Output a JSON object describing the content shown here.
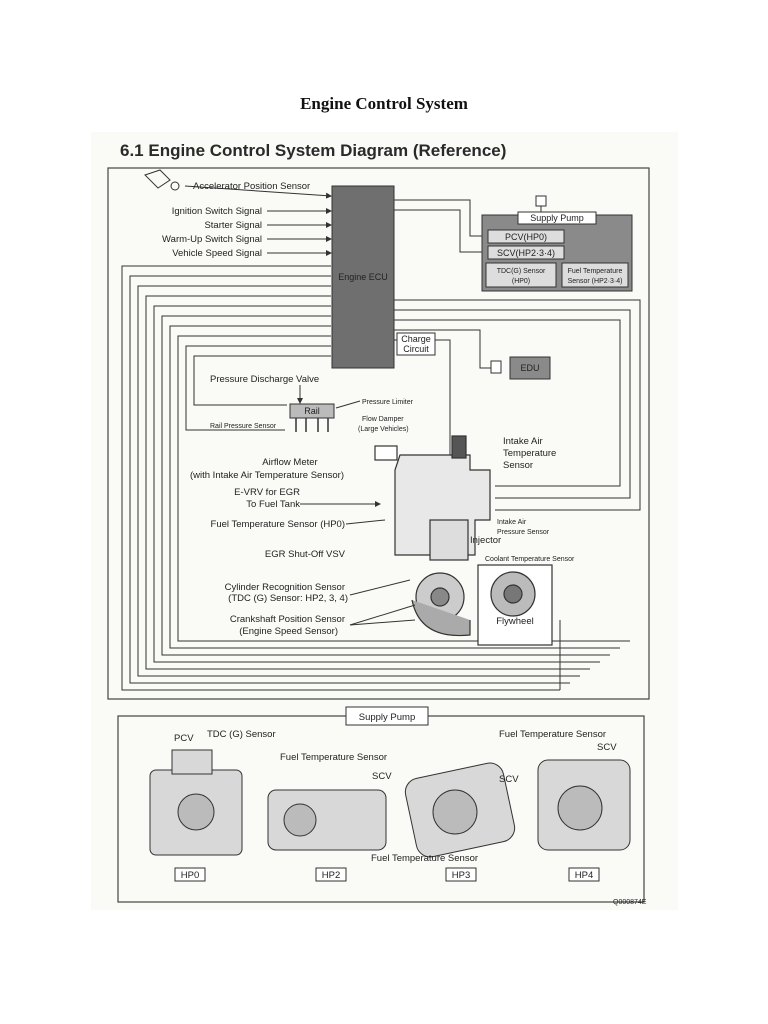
{
  "page_title": "Engine Control System",
  "section_title": "6.1  Engine Control System Diagram (Reference)",
  "inputs": [
    "Accelerator Position Sensor",
    "Ignition Switch Signal",
    "Starter Signal",
    "Warm-Up Switch Signal",
    "Vehicle Speed Signal"
  ],
  "ecu_label": "Engine ECU",
  "supply_pump": {
    "title": "Supply Pump",
    "pcv": "PCV(HP0)",
    "scv": "SCV(HP2·3·4)",
    "tdc_line1": "TDC(G) Sensor",
    "tdc_line2": "(HP0)",
    "fts_line1": "Fuel Temperature",
    "fts_line2": "Sensor (HP2·3·4)"
  },
  "charge_circuit_line1": "Charge",
  "charge_circuit_line2": "Circuit",
  "edu_label": "EDU",
  "pressure_discharge_valve": "Pressure Discharge Valve",
  "pressure_limiter": "Pressure Limiter",
  "rail": "Rail",
  "rail_pressure_sensor": "Rail Pressure Sensor",
  "flow_damper_line1": "Flow Damper",
  "flow_damper_line2": "(Large Vehicles)",
  "intake_air_temp_line1": "Intake Air",
  "intake_air_temp_line2": "Temperature",
  "intake_air_temp_line3": "Sensor",
  "airflow_meter_line1": "Airflow Meter",
  "airflow_meter_line2": "(with Intake Air Temperature Sensor)",
  "evrv_line1": "E-VRV for EGR",
  "evrv_line2": "To Fuel Tank",
  "intake_air_pressure_line1": "Intake Air",
  "intake_air_pressure_line2": "Pressure Sensor",
  "fuel_temp_sensor_hp0": "Fuel Temperature Sensor (HP0)",
  "injector": "Injector",
  "egr_shutoff": "EGR Shut-Off VSV",
  "coolant_temp_sensor": "Coolant Temperature Sensor",
  "cyl_recog_line1": "Cylinder Recognition Sensor",
  "cyl_recog_line2": "(TDC (G) Sensor:  HP2, 3, 4)",
  "crank_line1": "Crankshaft Position Sensor",
  "crank_line2": "(Engine Speed Sensor)",
  "flywheel": "Flywheel",
  "bottom": {
    "title": "Supply Pump",
    "pcv": "PCV",
    "tdc": "TDC (G) Sensor",
    "fts_hp2": "Fuel Temperature Sensor",
    "scv_hp2": "SCV",
    "scv_hp3": "SCV",
    "fts_hp3": "Fuel Temperature Sensor",
    "fts_hp4": "Fuel Temperature Sensor",
    "scv_hp4": "SCV",
    "models": [
      "HP0",
      "HP2",
      "HP3",
      "HP4"
    ],
    "figure_code": "Q000874E"
  }
}
